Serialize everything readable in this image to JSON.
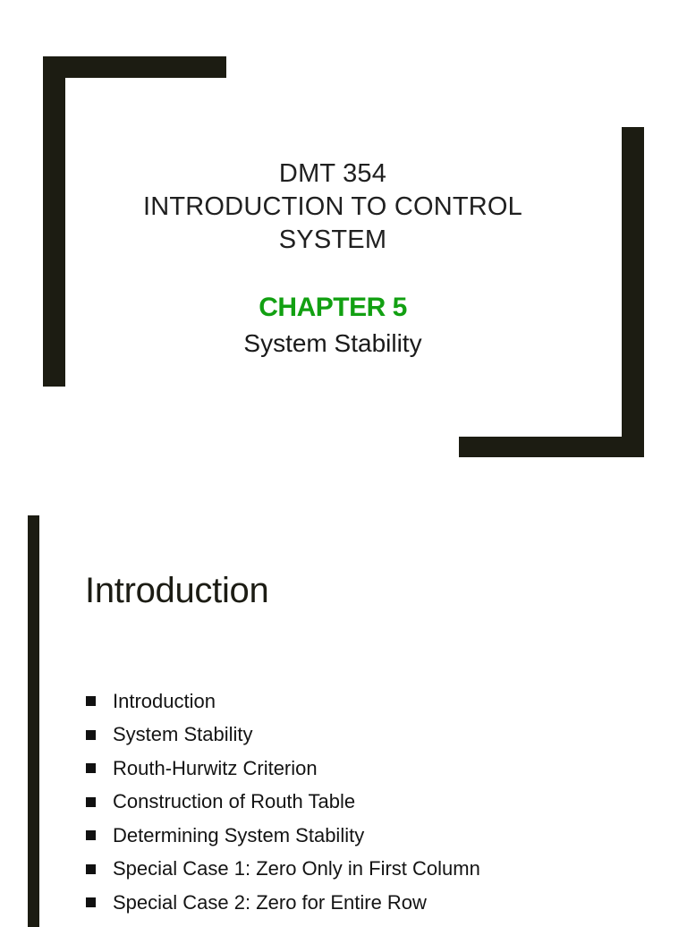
{
  "slides": [
    {
      "title_lines": [
        "DMT 354",
        "INTRODUCTION TO CONTROL",
        "SYSTEM"
      ],
      "chapter": "CHAPTER 5",
      "subtitle": "System Stability",
      "colors": {
        "accent": "#12a012",
        "bars": "#1c1c12"
      }
    },
    {
      "title": "Introduction",
      "bullets": [
        "Introduction",
        "System Stability",
        "Routh-Hurwitz Criterion",
        "Construction of Routh Table",
        "Determining System Stability",
        "Special Case 1: Zero Only in First Column",
        "Special Case 2: Zero for Entire Row"
      ]
    }
  ]
}
